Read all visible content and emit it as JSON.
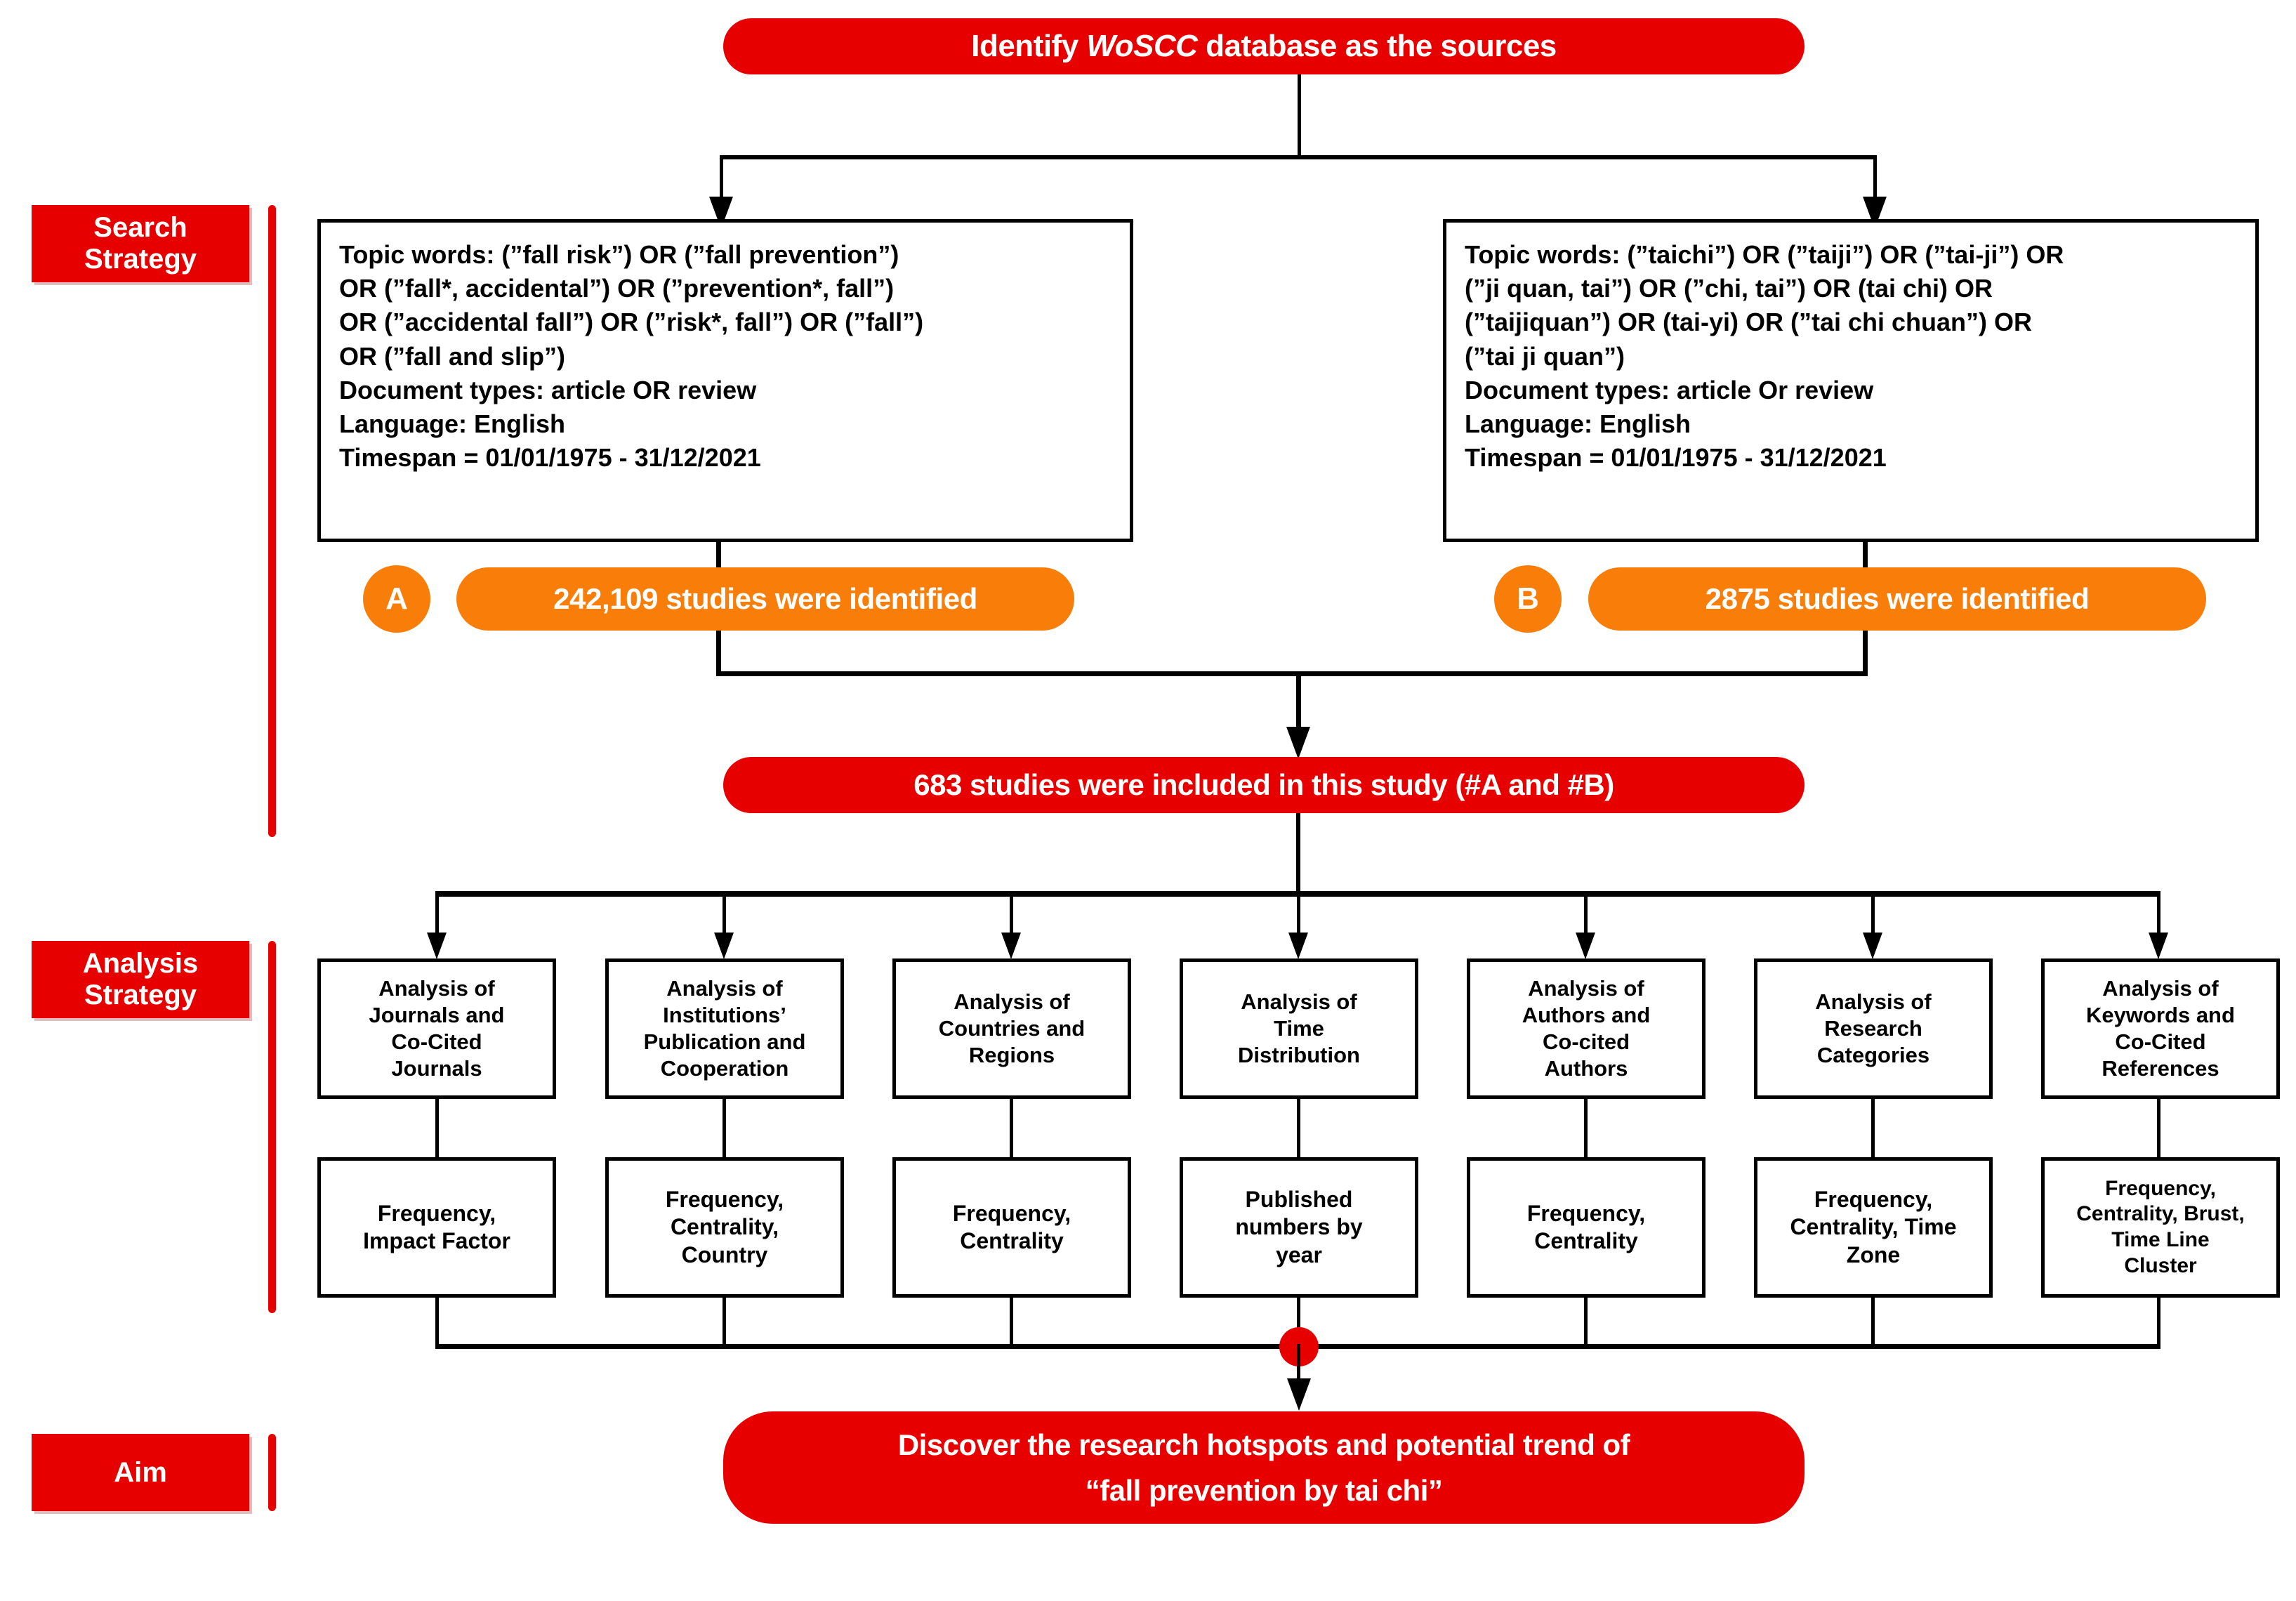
{
  "colors": {
    "red": "#e60000",
    "orange": "#f97d09",
    "black": "#000000",
    "white": "#ffffff"
  },
  "top_banner": {
    "text_pre": "Identify ",
    "text_em": "WoSCC",
    "text_post": " database as the sources"
  },
  "side_tags": [
    {
      "id": "search-strategy",
      "line1": "Search",
      "line2": "Strategy"
    },
    {
      "id": "analysis-strategy",
      "line1": "Analysis",
      "line2": "Strategy"
    },
    {
      "id": "aim",
      "line1": "Aim",
      "line2": ""
    }
  ],
  "search_boxes": [
    {
      "id": "search-box-a",
      "text": "Topic words: (”fall risk”) OR (”fall prevention”)\nOR (”fall*, accidental”) OR (”prevention*, fall”)\nOR (”accidental fall”) OR (”risk*, fall”) OR (”fall”)\nOR (”fall and slip”)\nDocument types: article OR review\nLanguage: English\nTimespan = 01/01/1975 - 31/12/2021"
    },
    {
      "id": "search-box-b",
      "text": "Topic words: (”taichi”) OR (”taiji”) OR (”tai-ji”) OR\n(”ji quan, tai”) OR (”chi, tai”) OR (tai chi) OR\n(”taijiquan”) OR (tai-yi) OR (”tai chi chuan”) OR\n(”tai ji quan”)\nDocument types: article Or review\nLanguage: English\nTimespan = 01/01/1975 - 31/12/2021"
    }
  ],
  "result_pills": [
    {
      "id": "result-a",
      "badge": "A",
      "label": "242,109  studies were identified"
    },
    {
      "id": "result-b",
      "badge": "B",
      "label": "2875 studies were identified"
    }
  ],
  "included_banner": {
    "text": "683 studies  were included in this study (#A and #B)"
  },
  "analysis_boxes": [
    {
      "id": "analysis-journals",
      "text": "Analysis of\nJournals and\nCo-Cited\nJournals"
    },
    {
      "id": "analysis-institutions",
      "text": "Analysis of\nInstitutions’\nPublication and\nCooperation"
    },
    {
      "id": "analysis-countries",
      "text": "Analysis of\nCountries and\nRegions"
    },
    {
      "id": "analysis-time",
      "text": "Analysis of\nTime\nDistribution"
    },
    {
      "id": "analysis-authors",
      "text": "Analysis of\nAuthors and\nCo-cited\nAuthors"
    },
    {
      "id": "analysis-categories",
      "text": "Analysis of\nResearch\nCategories"
    },
    {
      "id": "analysis-keywords",
      "text": "Analysis of\nKeywords and\nCo-Cited\nReferences"
    }
  ],
  "metric_boxes": [
    {
      "id": "metric-journals",
      "text": "Frequency,\nImpact Factor"
    },
    {
      "id": "metric-institutions",
      "text": "Frequency,\nCentrality,\nCountry"
    },
    {
      "id": "metric-countries",
      "text": "Frequency,\nCentrality"
    },
    {
      "id": "metric-time",
      "text": "Published\nnumbers by\nyear"
    },
    {
      "id": "metric-authors",
      "text": "Frequency,\nCentrality"
    },
    {
      "id": "metric-categories",
      "text": "Frequency,\nCentrality, Time\nZone"
    },
    {
      "id": "metric-keywords",
      "text": "Frequency,\nCentrality, Brust,\nTime Line\nCluster"
    }
  ],
  "aim_banner": {
    "line1": "Discover the research hotspots and potential trend of",
    "line2": "“fall prevention by tai chi”"
  }
}
